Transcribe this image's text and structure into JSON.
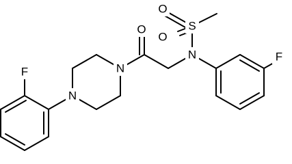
{
  "colors": {
    "bond": "#000000",
    "background": "#ffffff"
  },
  "atoms": {
    "o_sulfonyl_left": "O",
    "o_sulfonyl_bottom": "O",
    "s_sulfonyl": "S",
    "n_sulfonamide": "N",
    "o_carbonyl": "O",
    "n_piperazine_amide": "N",
    "n_piperazine_aryl": "N",
    "f_left_phenyl": "F",
    "f_right_phenyl": "F"
  }
}
